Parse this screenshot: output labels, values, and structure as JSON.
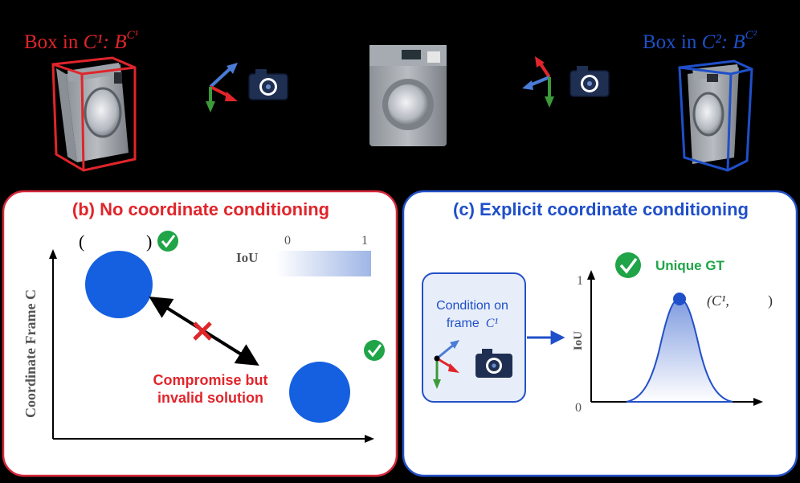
{
  "top": {
    "left_box_prefix": "Box in ",
    "left_box_math": "C¹: B",
    "left_box_sup": "C¹",
    "right_box_prefix": "Box in ",
    "right_box_math": "C²: B",
    "right_box_sup": "C²"
  },
  "panel_b": {
    "title": "(b) No coordinate conditioning",
    "top_label_open": "(",
    "top_label_close": ")",
    "colorbar_label": "IoU",
    "colorbar_min": "0",
    "colorbar_max": "1",
    "y_axis_label": "Coordinate Frame  C",
    "compromise_line1": "Compromise but",
    "compromise_line2": "invalid solution"
  },
  "panel_c": {
    "title": "(c) Explicit coordinate conditioning",
    "condition_line1": "Condition on",
    "condition_line2": "frame",
    "condition_math": "C¹",
    "unique_gt": "Unique GT",
    "y_axis_label": "IoU",
    "y_tick_top": "1",
    "y_tick_bottom": "0",
    "peak_label": "(C¹,",
    "peak_label_close": ")"
  },
  "colors": {
    "red": "#e0252b",
    "blue": "#1f4fc9",
    "green": "#1fa448",
    "blob": "#1460e0",
    "panel_b_border": "#d4283a",
    "panel_c_border": "#2350c8"
  }
}
